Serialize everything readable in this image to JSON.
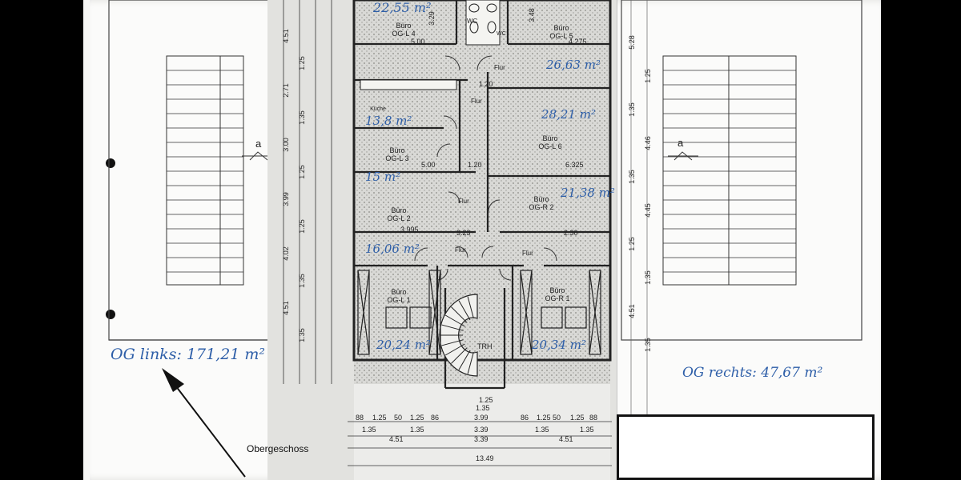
{
  "rooms": {
    "og_l4": {
      "label": "Büro",
      "code": "OG-L 4",
      "area": "22,55 m²"
    },
    "og_l5": {
      "label": "Büro",
      "code": "OG-L 5",
      "area": "26,63 m²"
    },
    "kueche": {
      "label": "Küche",
      "area": "13,8 m²"
    },
    "og_l6": {
      "label": "Büro",
      "code": "OG-L 6",
      "area": "28,21 m²"
    },
    "og_l3": {
      "label": "Büro",
      "code": "OG-L 3",
      "area": "15 m²"
    },
    "og_r2": {
      "label": "Büro",
      "code": "OG-R 2",
      "area": "21,38 m²"
    },
    "og_l2": {
      "label": "Büro",
      "code": "OG-L 2",
      "area": "16,06 m²"
    },
    "og_l1": {
      "label": "Büro",
      "code": "OG-L 1",
      "area": "20,24 m²"
    },
    "og_r1": {
      "label": "Büro",
      "code": "OG-R 1",
      "area": "20,34 m²"
    },
    "wc1": "WC",
    "wc2": "WC",
    "flur_a": "Flur",
    "flur_b": "Flur",
    "flur_c": "Flur",
    "flur_d": "Flur",
    "flur_e": "Flur",
    "trh": "TRH"
  },
  "totals": {
    "og_links": "OG links: 171,21 m²",
    "og_rechts": "OG rechts: 47,67 m²"
  },
  "floor_title": "Obergeschoss",
  "section_markers": {
    "left": "a",
    "right": "a"
  },
  "dimensions": {
    "top": [
      "5.00",
      "4.275",
      "3.29",
      "3.48",
      "1.20"
    ],
    "mid": [
      "5.00",
      "1.20",
      "6.325",
      "3.995",
      "3.23",
      "2.30"
    ],
    "side_left": [
      "4.51",
      "1.25",
      "2.71",
      "1.35",
      "3.00",
      "1.25",
      "3.99",
      "1.25",
      "4.02",
      "1.35",
      "4.51",
      "1.35"
    ],
    "side_right": [
      "5.28",
      "1.25",
      "1.35",
      "4.46",
      "1.35",
      "4.45",
      "1.25",
      "1.35",
      "4.51",
      "1.35"
    ],
    "bottom_row1": [
      "88",
      "1.25",
      "50",
      "1.25",
      "86",
      "3.99",
      "86",
      "1.25",
      "50",
      "1.25",
      "88"
    ],
    "bottom_row2": [
      "1.35",
      "1.35",
      "3.39",
      "1.35",
      "1.35"
    ],
    "bottom_row3": [
      "4.51",
      "3.39",
      "4.51"
    ],
    "overall": "13.49",
    "stair": [
      "1.25",
      "1.35"
    ]
  }
}
